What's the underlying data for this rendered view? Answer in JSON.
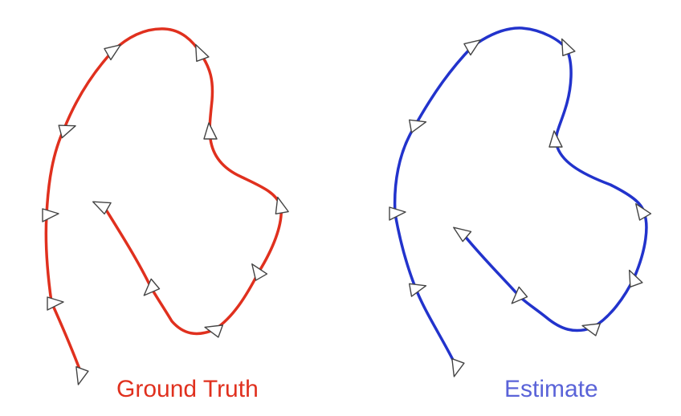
{
  "panels": [
    {
      "id": "ground-truth",
      "label": "Ground Truth",
      "color": "#e0301e"
    },
    {
      "id": "estimate",
      "label": "Estimate",
      "color": "#2233cc"
    }
  ]
}
